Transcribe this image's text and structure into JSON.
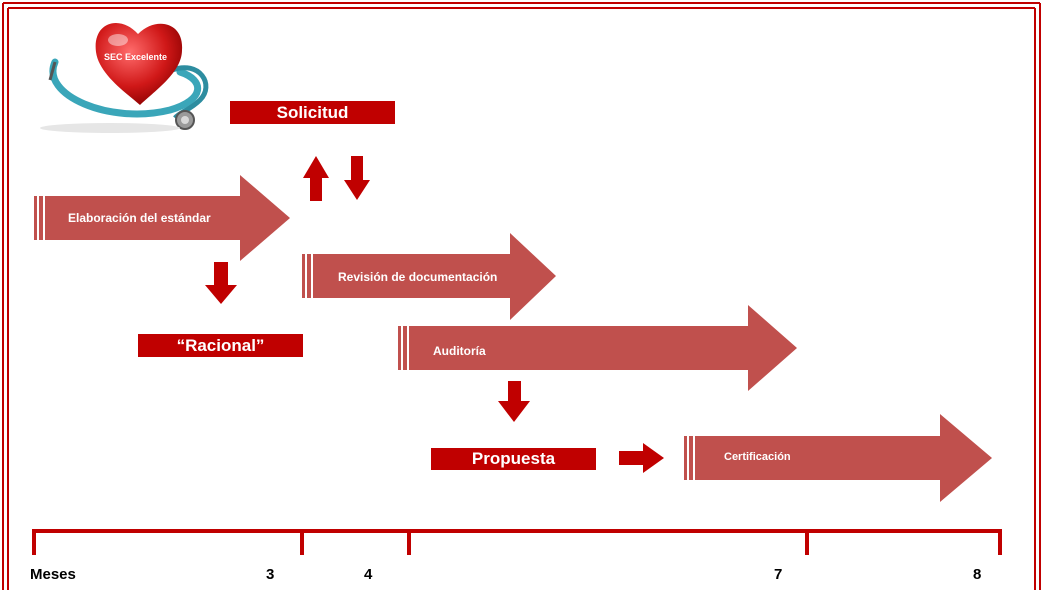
{
  "logo": {
    "text": "SEC Excelente"
  },
  "boxes": {
    "solicitud": "Solicitud",
    "racional": "“Racional”",
    "propuesta": "Propuesta"
  },
  "arrows": {
    "elaboracion": "Elaboración del estándar",
    "revision": "Revisión de documentación",
    "auditoria": "Auditoría",
    "certificacion": "Certificación"
  },
  "timeline": {
    "label": "Meses",
    "ticks": [
      "3",
      "4",
      "7",
      "8"
    ]
  },
  "colors": {
    "arrow_fill": "#c0504d",
    "box_fill": "#c00000",
    "frame": "#c00000",
    "small_arrow": "#c00000"
  }
}
